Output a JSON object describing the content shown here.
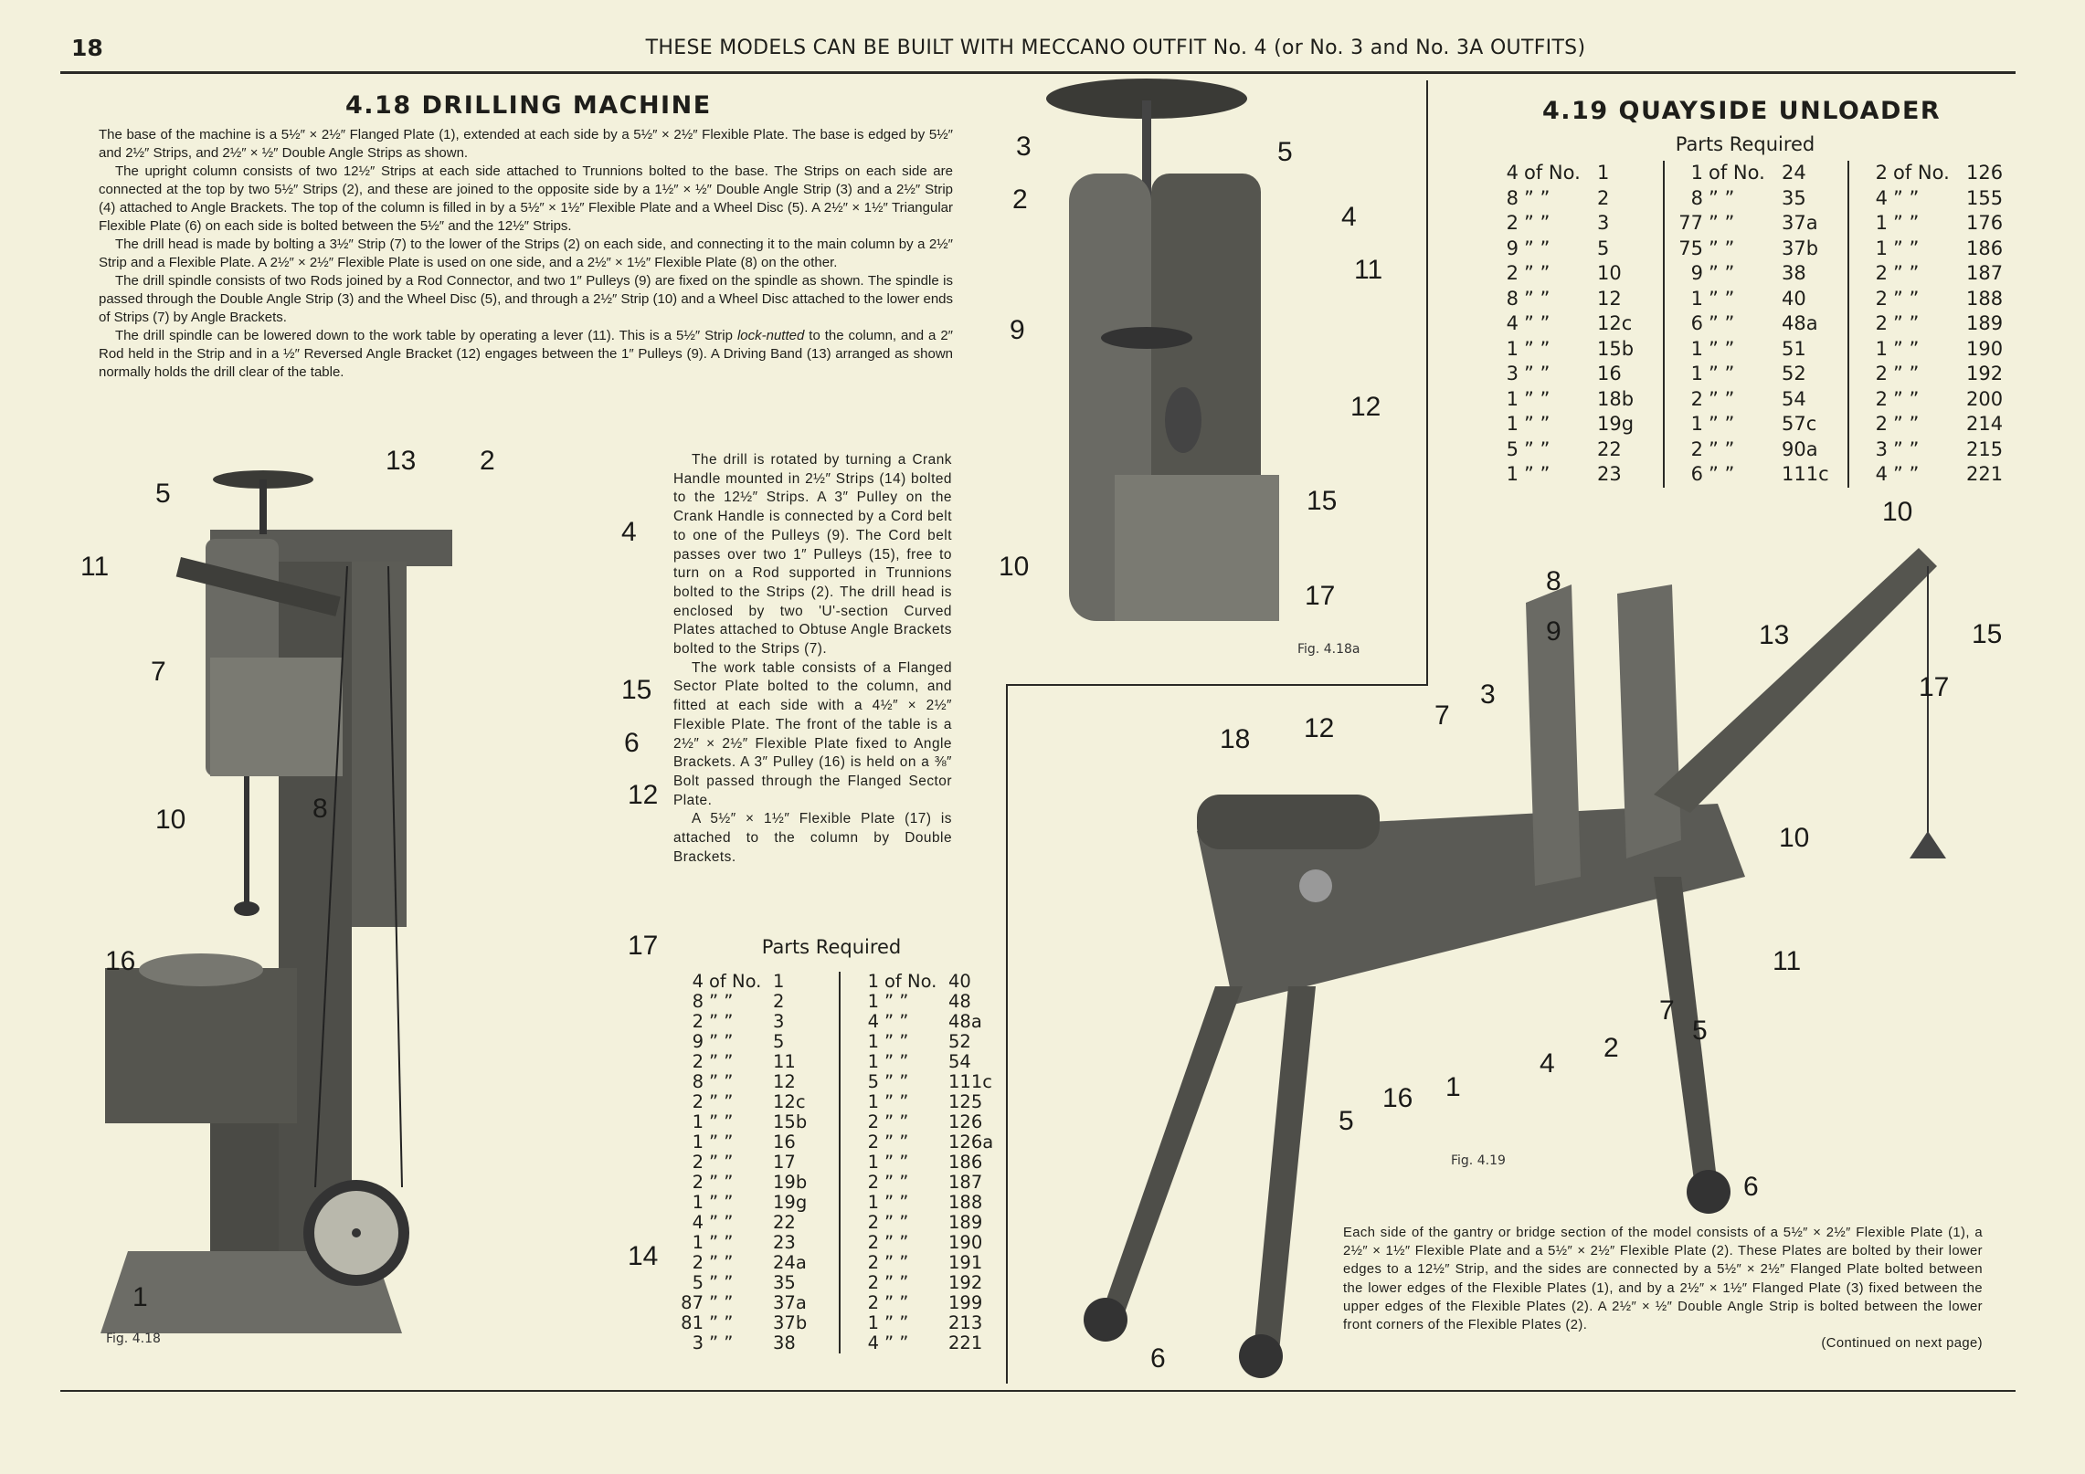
{
  "header": {
    "page_number": "18",
    "running_title": "THESE MODELS CAN BE BUILT WITH MECCANO OUTFIT No. 4 (or No. 3 and No. 3A OUTFITS)"
  },
  "drilling_machine": {
    "title": "4.18  DRILLING MACHINE",
    "paragraphs": [
      "The base of the machine is a 5½″ × 2½″ Flanged Plate (1), extended at each side by a 5½″ × 2½″ Flexible Plate. The base is edged by 5½″ and 2½″ Strips, and 2½″ × ½″ Double Angle Strips as shown.",
      "The upright column consists of two 12½″ Strips at each side attached to Trunnions bolted to the base. The Strips on each side are connected at the top by two 5½″ Strips (2), and these are joined to the opposite side by a 1½″ × ½″ Double Angle Strip (3) and a 2½″ Strip (4) attached to Angle Brackets. The top of the column is filled in by a 5½″ × 1½″ Flexible Plate and a Wheel Disc (5). A 2½″ × 1½″ Triangular Flexible Plate (6) on each side is bolted between the 5½″ and the 12½″ Strips.",
      "The drill head is made by bolting a 3½″ Strip (7) to the lower of the Strips (2) on each side, and connecting it to the main column by a 2½″ Strip and a Flexible Plate. A 2½″ × 2½″ Flexible Plate is used on one side, and a 2½″ × 1½″ Flexible Plate (8) on the other.",
      "The drill spindle consists of two Rods joined by a Rod Connector, and two 1″ Pulleys (9) are fixed on the spindle as shown. The spindle is passed through the Double Angle Strip (3) and the Wheel Disc (5), and through a 2½″ Strip (10) and a Wheel Disc attached to the lower ends of Strips (7) by Angle Brackets."
    ],
    "lever_paragraph_before": "The drill spindle can be lowered down to the work table by operating a lever (11). This is a 5½″ Strip ",
    "lever_paragraph_italic": "lock-nutted",
    "lever_paragraph_after": " to the column, and a 2″ Rod held in the Strip and in a ½″ Reversed Angle Bracket (12) engages between the 1″ Pulleys (9). A Driving Band (13) arranged as shown normally holds the drill clear of the table.",
    "column_paragraphs": [
      "The drill is rotated by turning a Crank Handle mounted in 2½″ Strips (14) bolted to the 12½″ Strips. A 3″ Pulley on the Crank Handle is connected by a Cord belt to one of the Pulleys (9). The Cord belt passes over two 1″ Pulleys (15), free to turn on a Rod supported in Trunnions bolted to the Strips (2). The drill head is enclosed by two 'U'-section Curved Plates attached to Obtuse Angle Brackets bolted to the Strips (7).",
      "The work table consists of a Flanged Sector Plate bolted to the column, and fitted at each side with a 4½″ × 2½″ Flexible Plate. The front of the table is a 2½″ × 2½″ Flexible Plate fixed to Angle Brackets. A 3″ Pulley (16) is held on a ⅜″ Bolt passed through the Flanged Sector Plate.",
      "A 5½″ × 1½″ Flexible Plate (17) is attached to the column by Double Brackets."
    ],
    "parts_heading": "Parts Required",
    "parts_first_label": "of No.",
    "parts_ditto": "”   ”",
    "parts_columns": [
      [
        [
          "4",
          "1"
        ],
        [
          "8",
          "2"
        ],
        [
          "2",
          "3"
        ],
        [
          "9",
          "5"
        ],
        [
          "2",
          "11"
        ],
        [
          "8",
          "12"
        ],
        [
          "2",
          "12c"
        ],
        [
          "1",
          "15b"
        ],
        [
          "1",
          "16"
        ],
        [
          "2",
          "17"
        ],
        [
          "2",
          "19b"
        ],
        [
          "1",
          "19g"
        ],
        [
          "4",
          "22"
        ],
        [
          "1",
          "23"
        ],
        [
          "2",
          "24a"
        ],
        [
          "5",
          "35"
        ],
        [
          "87",
          "37a"
        ],
        [
          "81",
          "37b"
        ],
        [
          "3",
          "38"
        ]
      ],
      [
        [
          "1",
          "40"
        ],
        [
          "1",
          "48"
        ],
        [
          "4",
          "48a"
        ],
        [
          "1",
          "52"
        ],
        [
          "1",
          "54"
        ],
        [
          "5",
          "111c"
        ],
        [
          "1",
          "125"
        ],
        [
          "2",
          "126"
        ],
        [
          "2",
          "126a"
        ],
        [
          "1",
          "186"
        ],
        [
          "2",
          "187"
        ],
        [
          "1",
          "188"
        ],
        [
          "2",
          "189"
        ],
        [
          "2",
          "190"
        ],
        [
          "2",
          "191"
        ],
        [
          "2",
          "192"
        ],
        [
          "2",
          "199"
        ],
        [
          "1",
          "213"
        ],
        [
          "4",
          "221"
        ]
      ]
    ],
    "figure_caption": "Fig. 4.18",
    "figure_labels": [
      "13",
      "2",
      "5",
      "4",
      "11",
      "7",
      "15",
      "6",
      "12",
      "10",
      "8",
      "17",
      "16",
      "14",
      "1"
    ]
  },
  "drill_head_figure": {
    "caption": "Fig. 4.18a",
    "labels": [
      "3",
      "5",
      "2",
      "4",
      "11",
      "9",
      "12",
      "15",
      "10",
      "17"
    ]
  },
  "quayside_unloader": {
    "title": "4.19  QUAYSIDE UNLOADER",
    "parts_heading": "Parts Required",
    "parts_first_label": "of No.",
    "parts_ditto": "”   ”",
    "parts_columns": [
      [
        [
          "4",
          "1"
        ],
        [
          "8",
          "2"
        ],
        [
          "2",
          "3"
        ],
        [
          "9",
          "5"
        ],
        [
          "2",
          "10"
        ],
        [
          "8",
          "12"
        ],
        [
          "4",
          "12c"
        ],
        [
          "1",
          "15b"
        ],
        [
          "3",
          "16"
        ],
        [
          "1",
          "18b"
        ],
        [
          "1",
          "19g"
        ],
        [
          "5",
          "22"
        ],
        [
          "1",
          "23"
        ]
      ],
      [
        [
          "1",
          "24"
        ],
        [
          "8",
          "35"
        ],
        [
          "77",
          "37a"
        ],
        [
          "75",
          "37b"
        ],
        [
          "9",
          "38"
        ],
        [
          "1",
          "40"
        ],
        [
          "6",
          "48a"
        ],
        [
          "1",
          "51"
        ],
        [
          "1",
          "52"
        ],
        [
          "2",
          "54"
        ],
        [
          "1",
          "57c"
        ],
        [
          "2",
          "90a"
        ],
        [
          "6",
          "111c"
        ]
      ],
      [
        [
          "2",
          "126"
        ],
        [
          "4",
          "155"
        ],
        [
          "1",
          "176"
        ],
        [
          "1",
          "186"
        ],
        [
          "2",
          "187"
        ],
        [
          "2",
          "188"
        ],
        [
          "2",
          "189"
        ],
        [
          "1",
          "190"
        ],
        [
          "2",
          "192"
        ],
        [
          "2",
          "200"
        ],
        [
          "2",
          "214"
        ],
        [
          "3",
          "215"
        ],
        [
          "4",
          "221"
        ]
      ]
    ],
    "figure_caption": "Fig. 4.19",
    "figure_labels": [
      "10",
      "8",
      "9",
      "13",
      "15",
      "17",
      "3",
      "18",
      "12",
      "7",
      "10",
      "11",
      "7",
      "5",
      "2",
      "4",
      "1",
      "16",
      "5",
      "6",
      "6"
    ],
    "description": "Each side of the gantry or bridge section of the model consists of a 5½″ × 2½″ Flexible Plate (1), a 2½″ × 1½″ Flexible Plate and a 5½″ × 2½″ Flexible Plate (2). These Plates are bolted by their lower edges to a 12½″ Strip, and the sides are connected by a 5½″ × 2½″ Flanged Plate bolted between the lower edges of the Flexible Plates (1), and by a 2½″ × 1½″ Flanged Plate (3) fixed between the upper edges of the Flexible Plates (2). A 2½″ × ½″ Double Angle Strip is bolted between the lower front corners of the Flexible Plates (2).",
    "continued": "(Continued on next page)"
  },
  "colors": {
    "paper": "#f3f1dc",
    "ink": "#1e1e1a",
    "metal": "#5a5a55"
  }
}
